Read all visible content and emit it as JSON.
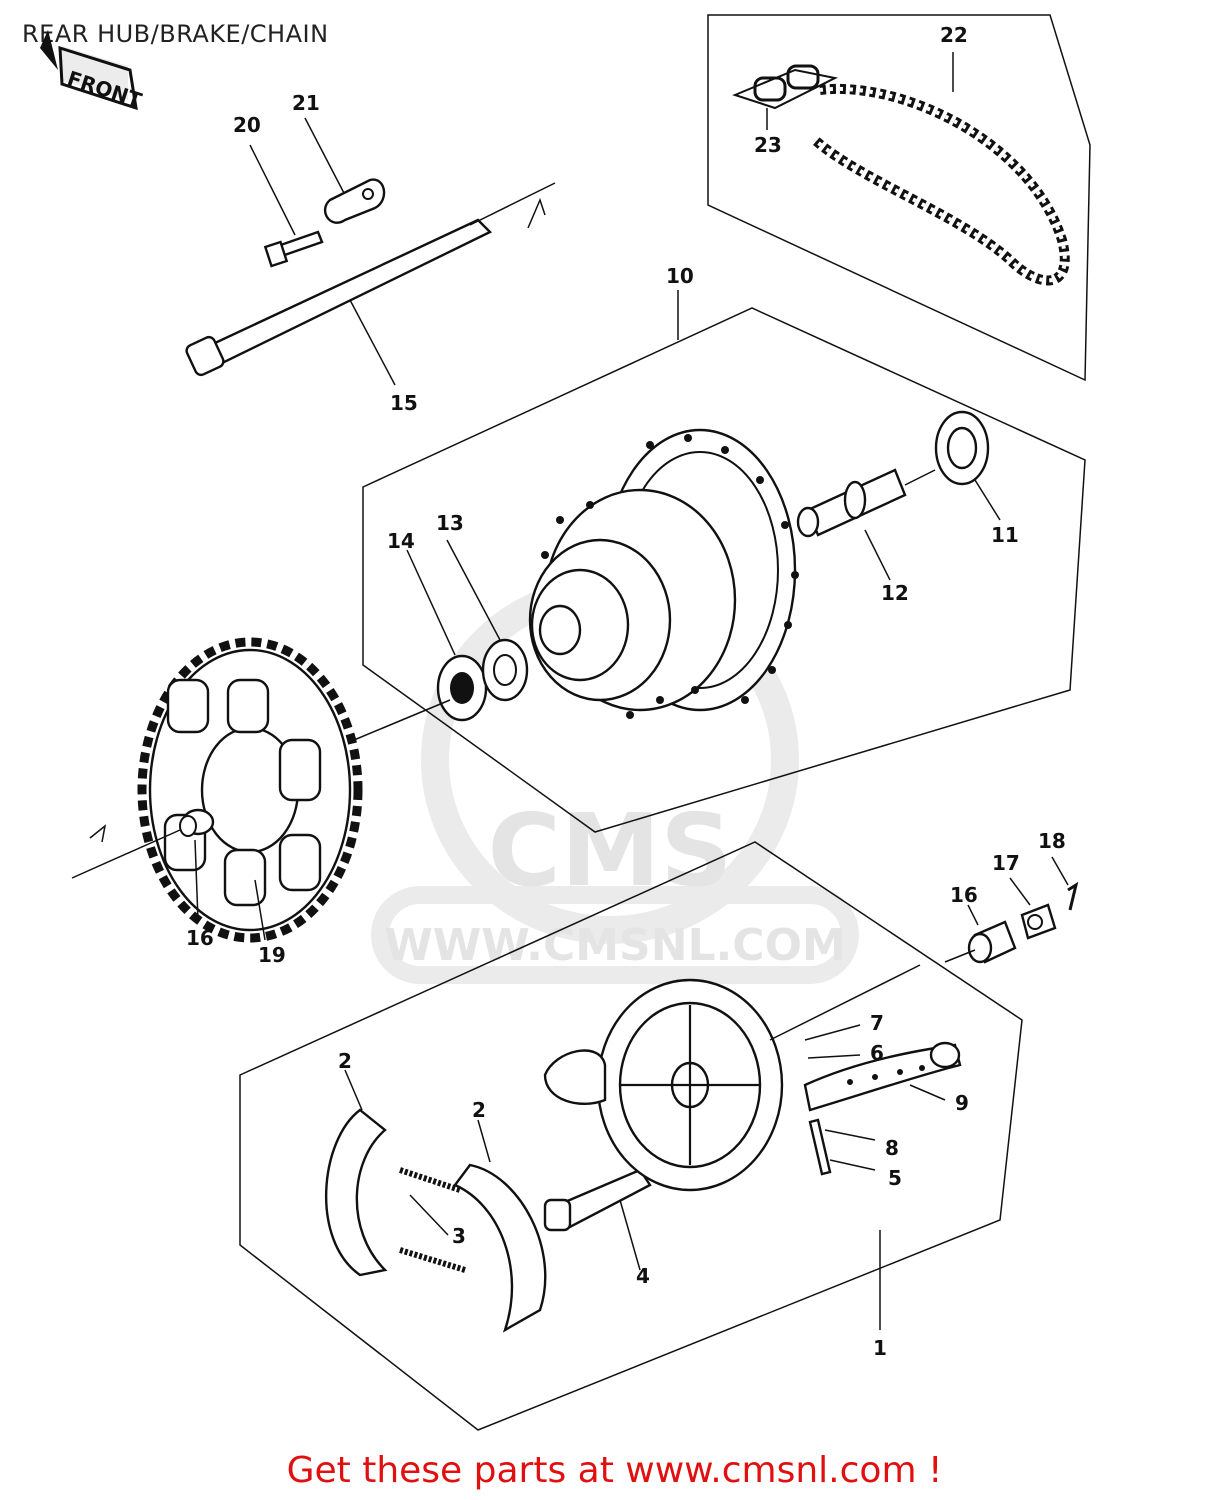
{
  "title": "REAR HUB/BRAKE/CHAIN",
  "front_tag": "FRONT",
  "watermark": {
    "brand": "CMS",
    "url": "WWW.CMSNL.COM"
  },
  "callouts": [
    "1",
    "2",
    "2",
    "3",
    "4",
    "5",
    "6",
    "7",
    "8",
    "9",
    "10",
    "11",
    "12",
    "13",
    "14",
    "15",
    "16",
    "16",
    "17",
    "18",
    "19",
    "20",
    "21",
    "22",
    "23"
  ],
  "footer": "Get these parts at www.cmsnl.com !",
  "colors": {
    "line": "#111111",
    "footer": "#e01010",
    "watermark": "#e4e4e4"
  }
}
